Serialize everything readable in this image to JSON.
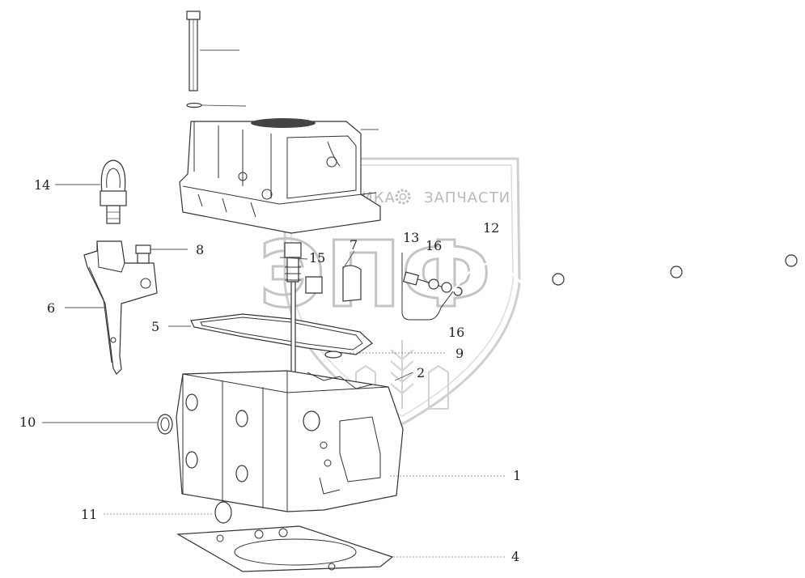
{
  "watermark": {
    "left_text": "ТЕХНИКА",
    "right_text": "ЗАПЧАСТИ",
    "logo_letters": "ЭПФ",
    "gear_icon": "gear-icon",
    "emblem_icon": "wheat-shield-icon"
  },
  "callouts": [
    {
      "id": "1",
      "label": "1"
    },
    {
      "id": "2",
      "label": "2"
    },
    {
      "id": "4",
      "label": "4"
    },
    {
      "id": "5",
      "label": "5"
    },
    {
      "id": "6",
      "label": "6"
    },
    {
      "id": "7",
      "label": "7"
    },
    {
      "id": "8",
      "label": "8"
    },
    {
      "id": "9",
      "label": "9"
    },
    {
      "id": "10",
      "label": "10"
    },
    {
      "id": "11",
      "label": "11"
    },
    {
      "id": "12",
      "label": "12"
    },
    {
      "id": "13",
      "label": "13"
    },
    {
      "id": "14",
      "label": "14"
    },
    {
      "id": "15",
      "label": "15"
    },
    {
      "id": "16a",
      "label": "16"
    },
    {
      "id": "16b",
      "label": "16"
    }
  ]
}
